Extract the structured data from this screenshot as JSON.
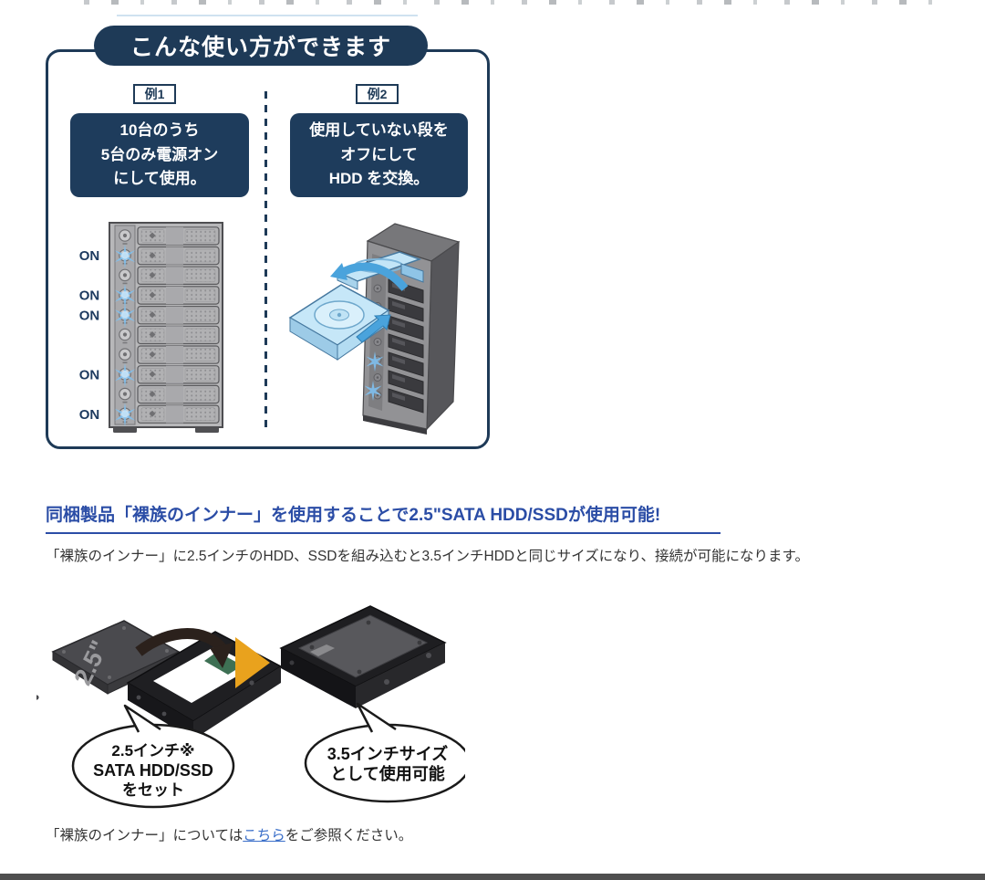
{
  "feature_box": {
    "title": "こんな使い方ができます",
    "example1": {
      "tag": "例1",
      "lines": [
        "10台のうち",
        "5台のみ電源オン",
        "にして使用。"
      ]
    },
    "example2": {
      "tag": "例2",
      "lines": [
        "使用していない段を",
        "オフにして",
        "HDD を交換。"
      ]
    },
    "tower": {
      "bays": 10,
      "on_bays": [
        2,
        4,
        5,
        8,
        10
      ],
      "on_label": "ON"
    }
  },
  "inner_section": {
    "heading": "同梱製品「裸族のインナー」を使用することで2.5\"SATA HDD/SSDが使用可能!",
    "body": "「裸族のインナー」に2.5インチのHDD、SSDを組み込むと3.5インチHDDと同じサイズになり、接続が可能になります。",
    "ssd_label": "2.5\"",
    "left_bubble": [
      "2.5インチ※",
      "SATA HDD/SSD",
      "をセット"
    ],
    "right_bubble": [
      "3.5インチサイズ",
      "として使用可能"
    ],
    "note": {
      "prefix": "「裸族のインナー」については",
      "link": "こちら",
      "suffix": "をご参照ください。"
    }
  },
  "colors": {
    "navy": "#1e3a57",
    "heading_blue": "#2b4da6",
    "link_blue": "#3b6fc9",
    "orange": "#e9a21d",
    "sparkle_blue": "#7fc0ee",
    "arrow_blue": "#4aa3dc",
    "bottom_bar": "#4f4f4f"
  }
}
